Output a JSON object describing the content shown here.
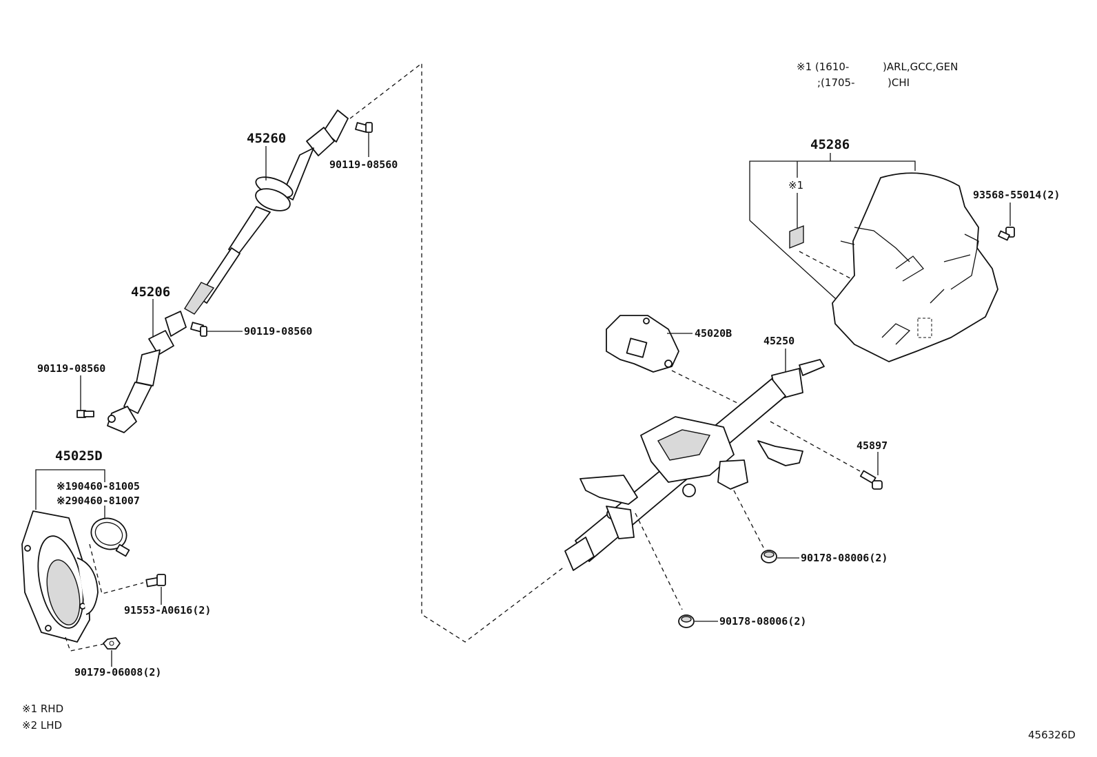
{
  "header_note": {
    "line1_left": "※1 (1610-",
    "line1_right": ")ARL,GCC,GEN",
    "line2_left": ";(1705-",
    "line2_right": ")CHI"
  },
  "parts": {
    "p45260": "45260",
    "p90119_top": "90119-08560",
    "p45206": "45206",
    "p90119_mid": "90119-08560",
    "p90119_left": "90119-08560",
    "p45025D": "45025D",
    "p90460_81005": "※190460-81005",
    "p90460_81007": "※290460-81007",
    "p91553": "91553-A0616(2)",
    "p90179": "90179-06008(2)",
    "p45286": "45286",
    "note_mark": "※1",
    "p93568": "93568-55014(2)",
    "p45020B": "45020B",
    "p45250": "45250",
    "p45897": "45897",
    "p90178_a": "90178-08006(2)",
    "p90178_b": "90178-08006(2)"
  },
  "legend": {
    "rhd": "※1 RHD",
    "lhd": "※2 LHD"
  },
  "diagram_id": "456326D"
}
